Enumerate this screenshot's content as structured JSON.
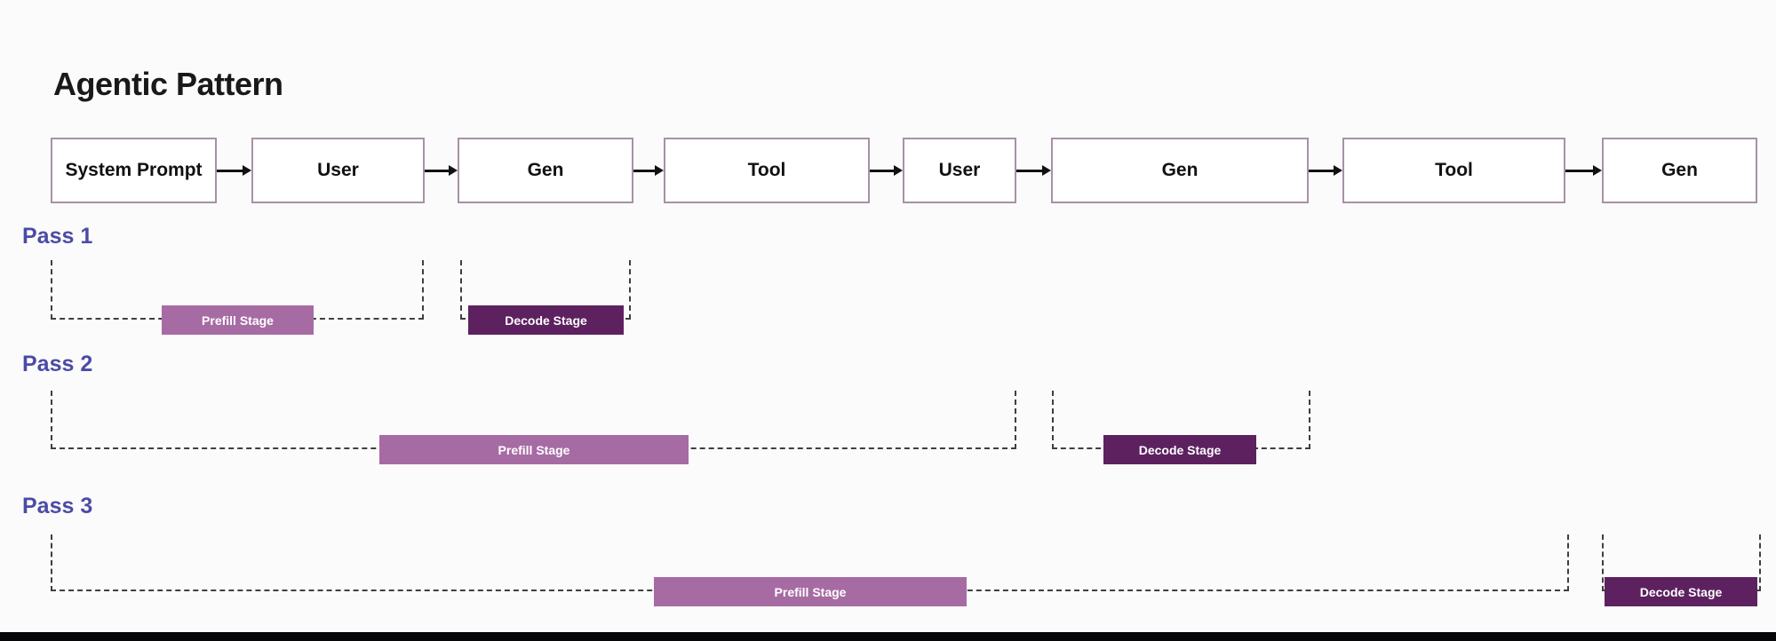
{
  "title": "Agentic Pattern",
  "flow": {
    "nodes": [
      {
        "label": "System Prompt"
      },
      {
        "label": "User"
      },
      {
        "label": "Gen"
      },
      {
        "label": "Tool"
      },
      {
        "label": "User"
      },
      {
        "label": "Gen"
      },
      {
        "label": "Tool"
      },
      {
        "label": "Gen"
      }
    ]
  },
  "passes": [
    {
      "label": "Pass 1",
      "prefill_label": "Prefill Stage",
      "decode_label": "Decode Stage"
    },
    {
      "label": "Pass 2",
      "prefill_label": "Prefill Stage",
      "decode_label": "Decode Stage"
    },
    {
      "label": "Pass 3",
      "prefill_label": "Prefill Stage",
      "decode_label": "Decode Stage"
    }
  ],
  "colors": {
    "prefill_bar": "#a76ba4",
    "decode_bar": "#5d2160",
    "pass_label_text": "#4b4ba6",
    "node_border": "#a791a7",
    "dashed_bracket": "#3f3f3f",
    "title_text": "#191919",
    "background": "#fbfbfb",
    "bottom_bar": "#060608"
  }
}
